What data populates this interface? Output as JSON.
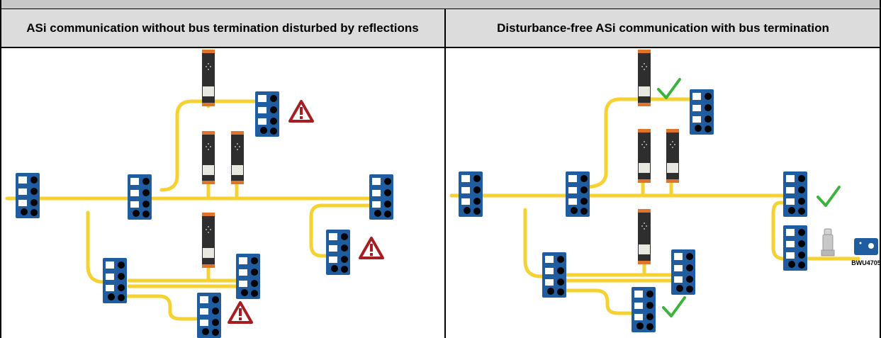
{
  "panels": {
    "left": {
      "heading": "ASi communication without bus termination disturbed by reflections"
    },
    "right": {
      "heading": "Disturbance-free ASi communication with bus termination",
      "terminator_label": "BWU4705"
    }
  },
  "icons": {
    "warning": "warning-triangle-icon",
    "ok": "check-mark-icon"
  },
  "colors": {
    "cable": "#f5d232",
    "module": "#1f5da0",
    "warning": "#a61e22",
    "check": "#3cb33c",
    "device": "#2e2e2e"
  }
}
